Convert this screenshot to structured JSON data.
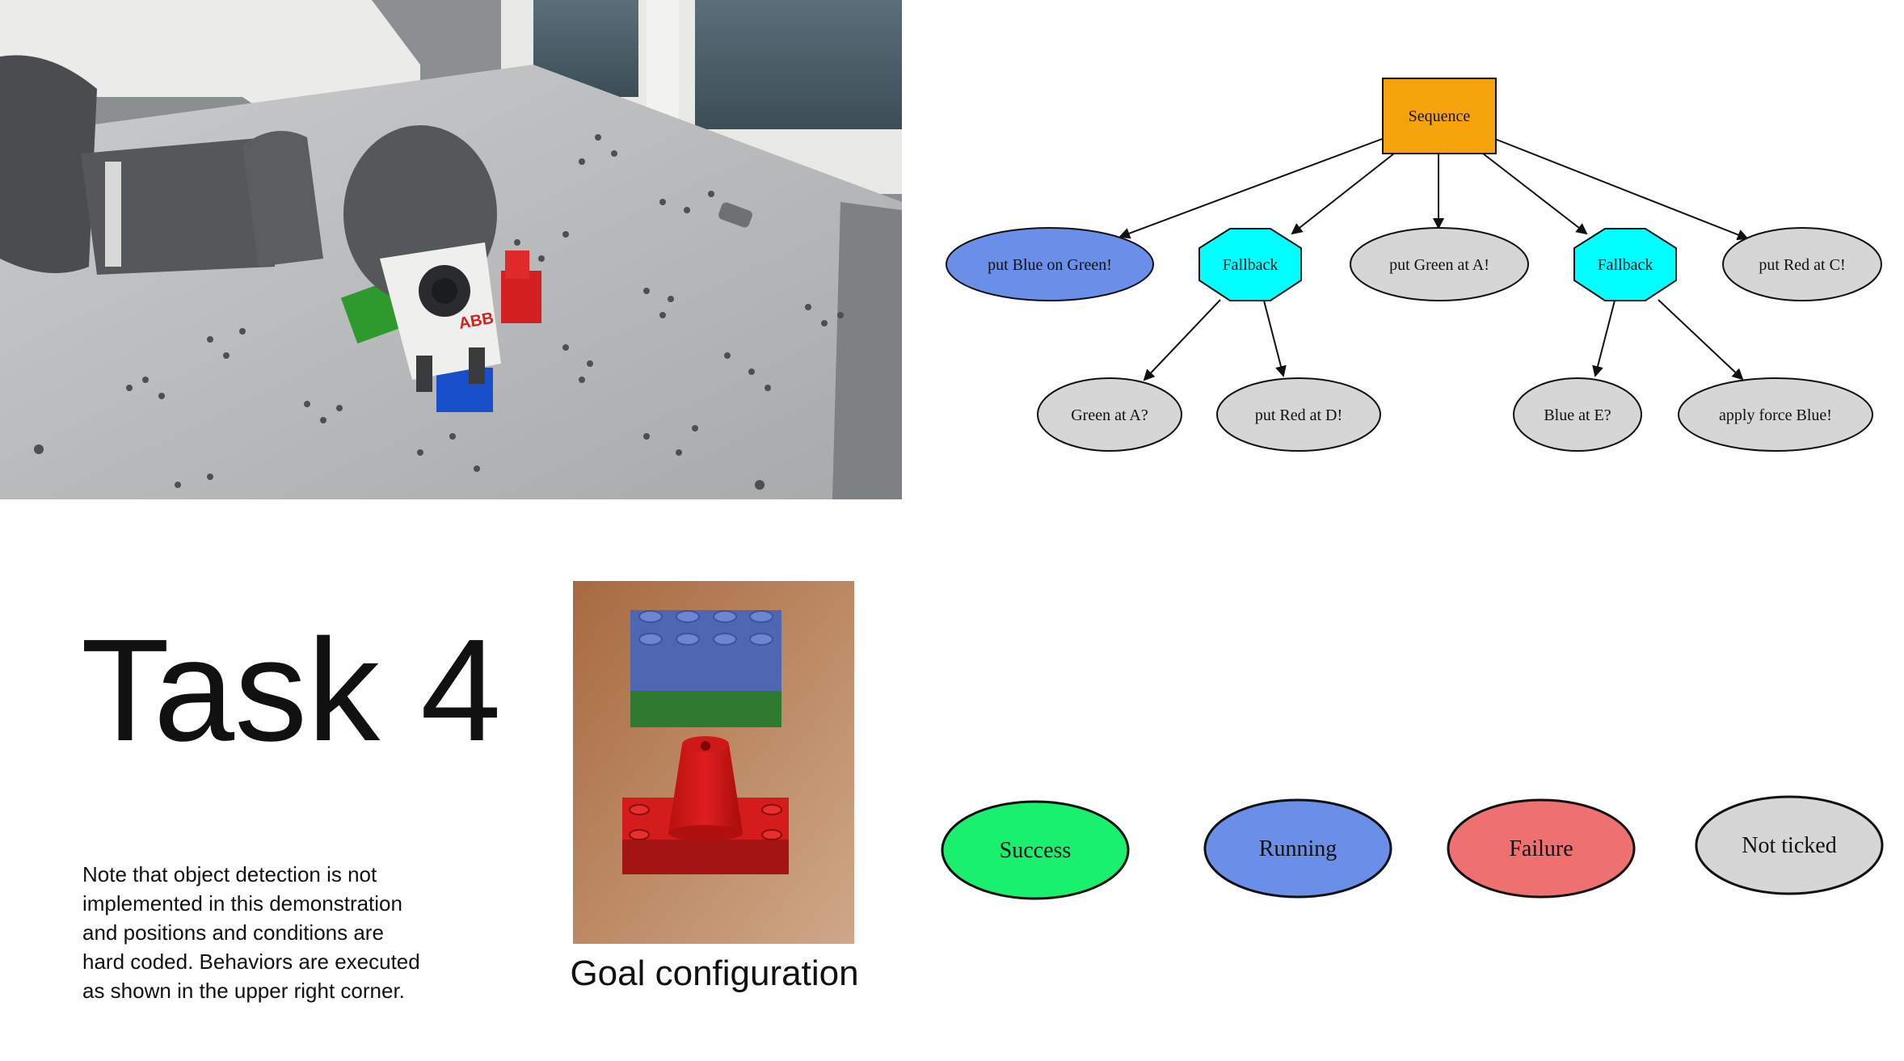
{
  "behavior_tree": {
    "root": {
      "label": "Sequence",
      "type": "sequence",
      "color": "#f5a30a"
    },
    "children": [
      {
        "label": "put Blue on Green!",
        "type": "action",
        "color": "#6a8fe8"
      },
      {
        "label": "Fallback",
        "type": "fallback",
        "color": "#00ffff",
        "children": [
          {
            "label": "Green at A?",
            "type": "condition",
            "color": "#d6d6d6"
          },
          {
            "label": "put Red at D!",
            "type": "action",
            "color": "#d6d6d6"
          }
        ]
      },
      {
        "label": "put Green at A!",
        "type": "action",
        "color": "#d6d6d6"
      },
      {
        "label": "Fallback",
        "type": "fallback",
        "color": "#00ffff",
        "children": [
          {
            "label": "Blue at E?",
            "type": "condition",
            "color": "#d6d6d6"
          },
          {
            "label": "apply force Blue!",
            "type": "action",
            "color": "#d6d6d6"
          }
        ]
      },
      {
        "label": "put Red at C!",
        "type": "action",
        "color": "#d6d6d6"
      }
    ]
  },
  "task": {
    "title": "Task 4"
  },
  "note": "Note that object detection is not\nimplemented in this demonstration\nand positions and conditions are\nhard coded. Behaviors are executed\nas shown in the upper right corner.",
  "goal": {
    "caption": "Goal configuration"
  },
  "legend": [
    {
      "label": "Success",
      "color": "#19f06e"
    },
    {
      "label": "Running",
      "color": "#6a8fe8"
    },
    {
      "label": "Failure",
      "color": "#ee7070"
    },
    {
      "label": "Not ticked",
      "color": "#d6d6d6"
    }
  ],
  "photo": {
    "logo_text": "ABB"
  }
}
